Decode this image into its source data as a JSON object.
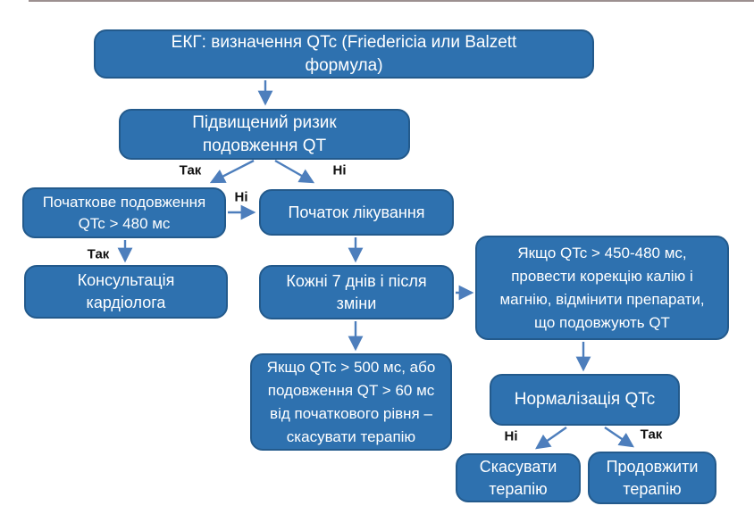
{
  "colors": {
    "node-fill": "#2e71af",
    "node-border": "#235a8c",
    "node-text": "#ffffff",
    "arrow": "#4d7ebc",
    "label-text": "#111111",
    "top-line": "#4a3434"
  },
  "nodes": {
    "ekg": {
      "text": "ЕКГ: визначення QTc (Friedericia или Balzett\nформула)"
    },
    "risk": {
      "text": "Підвищений ризик\nподовження QT"
    },
    "init": {
      "text": "Початкове подовження\nQTc > 480 мс"
    },
    "cardio": {
      "text": "Консультація\nкардіолога"
    },
    "start": {
      "text": "Початок лікування"
    },
    "every7": {
      "text": "Кожні 7 днів і після\nзміни"
    },
    "qtc450": {
      "text": "Якщо QTc > 450-480 мс,\nпровести корекцію калію і\nмагнію, відмінити препарати,\nщо подовжують QT"
    },
    "qtc500": {
      "text": "Якщо QTc > 500 мс, або\nподовження QT > 60 мс\nвід початкового рівня –\nскасувати терапію"
    },
    "norm": {
      "text": "Нормалізація QTc"
    },
    "cancel": {
      "text": "Скасувати\nтерапію"
    },
    "cont": {
      "text": "Продовжити\nтерапію"
    }
  },
  "labels": {
    "yes_risk": "Так",
    "no_risk": "Ні",
    "no_init": "Ні",
    "yes_init": "Так",
    "no_norm": "Ні",
    "yes_norm": "Так"
  }
}
